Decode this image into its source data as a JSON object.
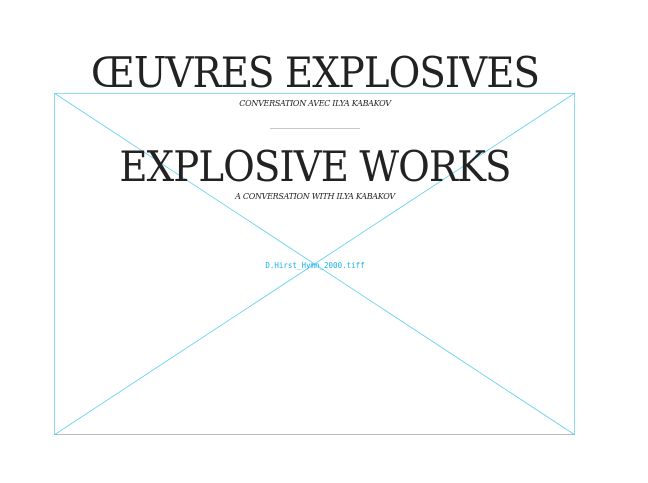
{
  "title_fr": "ŒUVRES EXPLOSIVES",
  "subtitle_fr": "CONVERSATION AVEC ILYA KABAKOV",
  "title_en": "EXPLOSIVE WORKS",
  "subtitle_en": "A CONVERSATION WITH ILYA KABAKOV",
  "image_placeholder": {
    "filename": "D.Hirst_Hymn_2000.tiff",
    "frame_color": "#5bcdf0"
  }
}
